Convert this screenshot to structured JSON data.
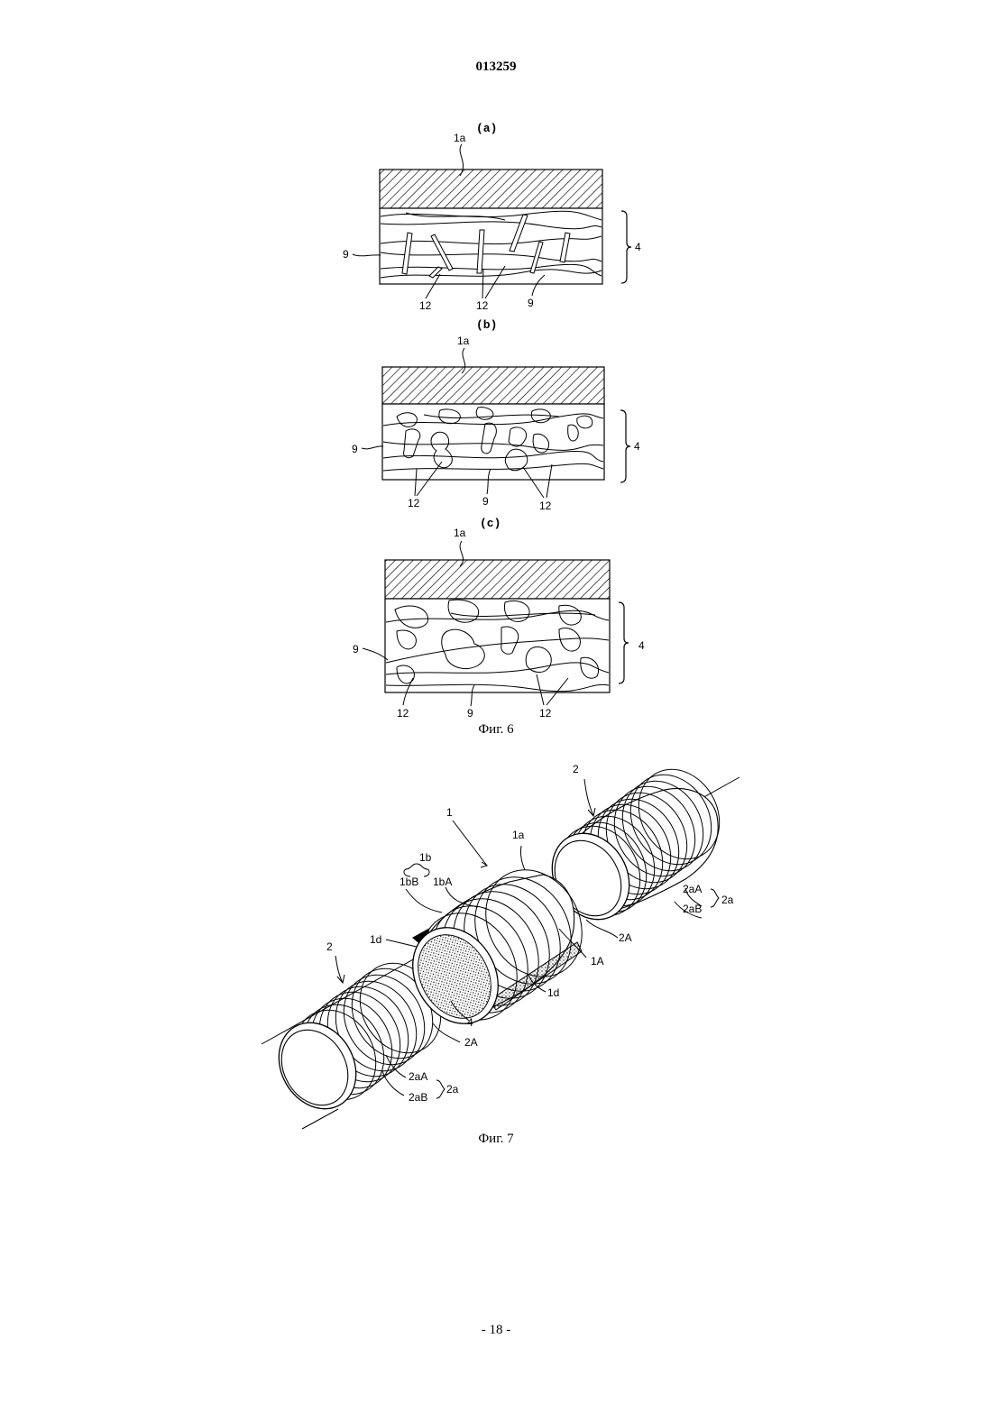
{
  "header": {
    "doc_number": "013259"
  },
  "figure6": {
    "caption": "Фиг. 6",
    "panels": [
      {
        "id": "a",
        "sub_label": "(a)",
        "layer_label": "1a",
        "bracket_label": "4",
        "fiber_labels": [
          "9",
          "9"
        ],
        "particle_labels": [
          "12",
          "12"
        ]
      },
      {
        "id": "b",
        "sub_label": "(b)",
        "layer_label": "1a",
        "bracket_label": "4",
        "fiber_labels": [
          "9",
          "9"
        ],
        "particle_labels": [
          "12",
          "12"
        ]
      },
      {
        "id": "c",
        "sub_label": "(c)",
        "layer_label": "1a",
        "bracket_label": "4",
        "fiber_labels": [
          "9",
          "9"
        ],
        "particle_labels": [
          "12",
          "12"
        ]
      }
    ]
  },
  "figure7": {
    "caption": "Фиг. 7",
    "labels": {
      "joint": "1",
      "cover": "1a",
      "body": "1b",
      "body_b": "1bB",
      "body_a": "1bA",
      "flange_top": "1d",
      "flange_bottom": "1d",
      "filler": "4",
      "end_face": "1A",
      "pipe_right": "2",
      "pipe_left": "2",
      "pipe_end_right": "2A",
      "pipe_end_left": "2A",
      "rib_a_right": "2aA",
      "rib_b_right": "2aB",
      "rib_group_right": "2a",
      "rib_a_left": "2aA",
      "rib_b_left": "2aB",
      "rib_group_left": "2a"
    }
  },
  "footer": {
    "page_number": "- 18 -"
  }
}
